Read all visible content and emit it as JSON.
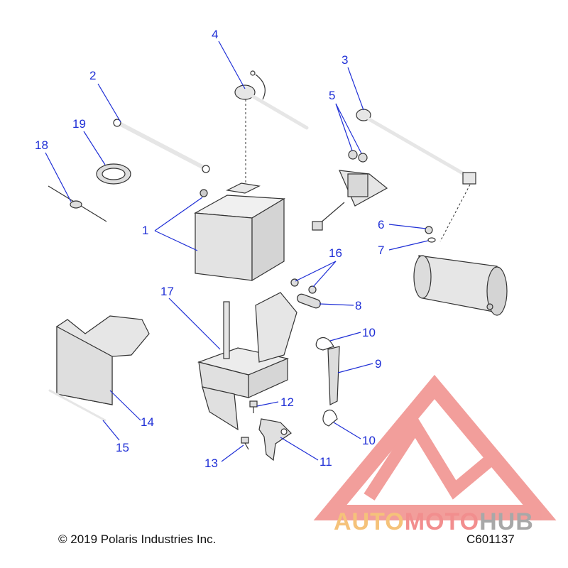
{
  "callouts": {
    "c1": "1",
    "c2": "2",
    "c3": "3",
    "c4": "4",
    "c5": "5",
    "c6": "6",
    "c7": "7",
    "c8": "8",
    "c9": "9",
    "c10a": "10",
    "c10b": "10",
    "c11": "11",
    "c12": "12",
    "c13": "13",
    "c14": "14",
    "c15": "15",
    "c16": "16",
    "c17": "17",
    "c18": "18",
    "c19": "19"
  },
  "footer": {
    "copyright": "© 2019 Polaris Industries Inc.",
    "drawing_id": "C601137"
  },
  "watermark": {
    "part1": "AUTO",
    "part2": "MOTO",
    "part3": "HUB",
    "colors": {
      "auto": "#f5c27a",
      "moto": "#f28e8e",
      "hub": "#a8a8a8"
    }
  },
  "colors": {
    "callout": "#1f2fd6",
    "part_fill": "#e6e6e6",
    "part_stroke": "#333333"
  }
}
